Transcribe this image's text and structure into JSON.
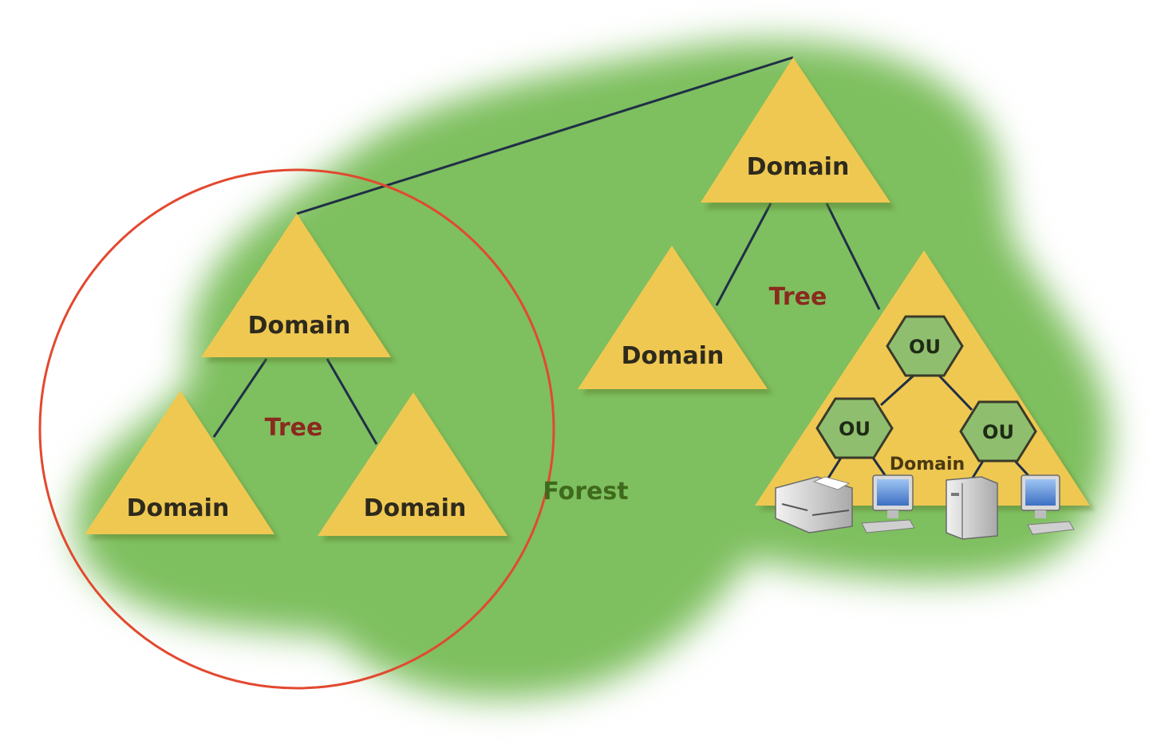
{
  "labels": {
    "domain": "Domain",
    "tree": "Tree",
    "forest": "Forest",
    "ou": "OU"
  },
  "colors": {
    "forest_background": "#7ebf5e",
    "domain_triangle": "#efc852",
    "ou_hexagon": "#8fbf6e",
    "tree_label": "#8a2a1e",
    "forest_label": "#3f6a1c",
    "highlight_circle": "#e2492f",
    "connector": "#1f2f46"
  },
  "icons": [
    "printer-icon",
    "computer-icon",
    "server-icon",
    "computer-icon"
  ]
}
